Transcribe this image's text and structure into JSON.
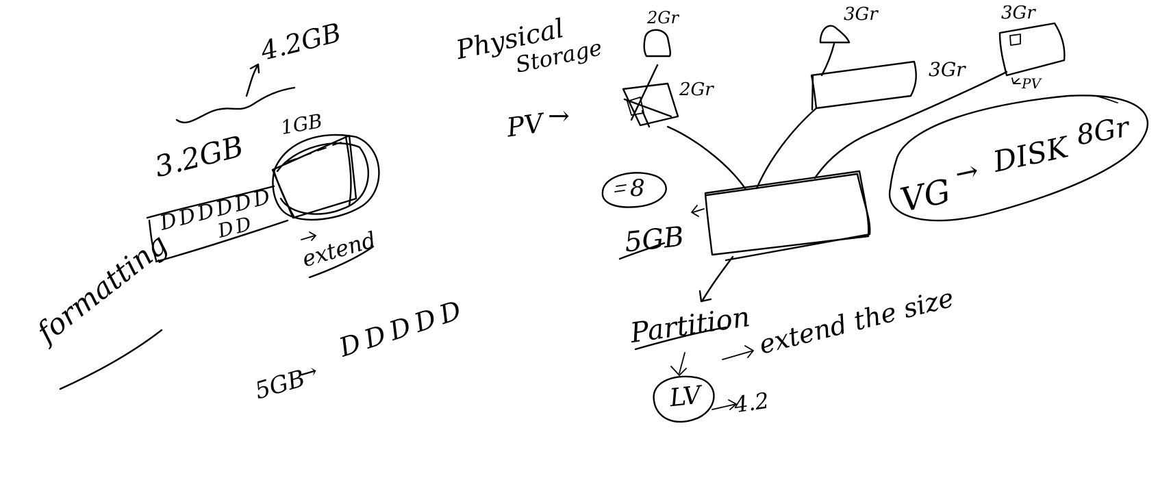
{
  "whiteboard": {
    "ink_color": "#000000",
    "background": "#ffffff",
    "left": {
      "size_top": "4.2GB",
      "size_left": "3.2GB",
      "size_right": "1GB",
      "blocks_row1": "DDDDDD",
      "blocks_row2": "DD",
      "extend": "extend",
      "formatting": "formatting",
      "five_gb": "5GB",
      "blocks_line": "DDDDD"
    },
    "right": {
      "physical_storage_line1": "Physical",
      "physical_storage_line2": "Storage",
      "pv_arrow": "PV",
      "pv_small": "PV",
      "disk1_size": "2Gr",
      "disk2_size": "3Gr",
      "disk3_size": "3Gr",
      "pv1_size": "2Gr",
      "pv2_size": "3Gr",
      "eight": "8",
      "five_gb": "5GB",
      "vg_label": "VG",
      "vg_disk": "DISK",
      "vg_size": "8Gr",
      "partition": "Partition",
      "extend_size": "extend the size",
      "lv": "LV",
      "lv_size": "4.2"
    }
  }
}
